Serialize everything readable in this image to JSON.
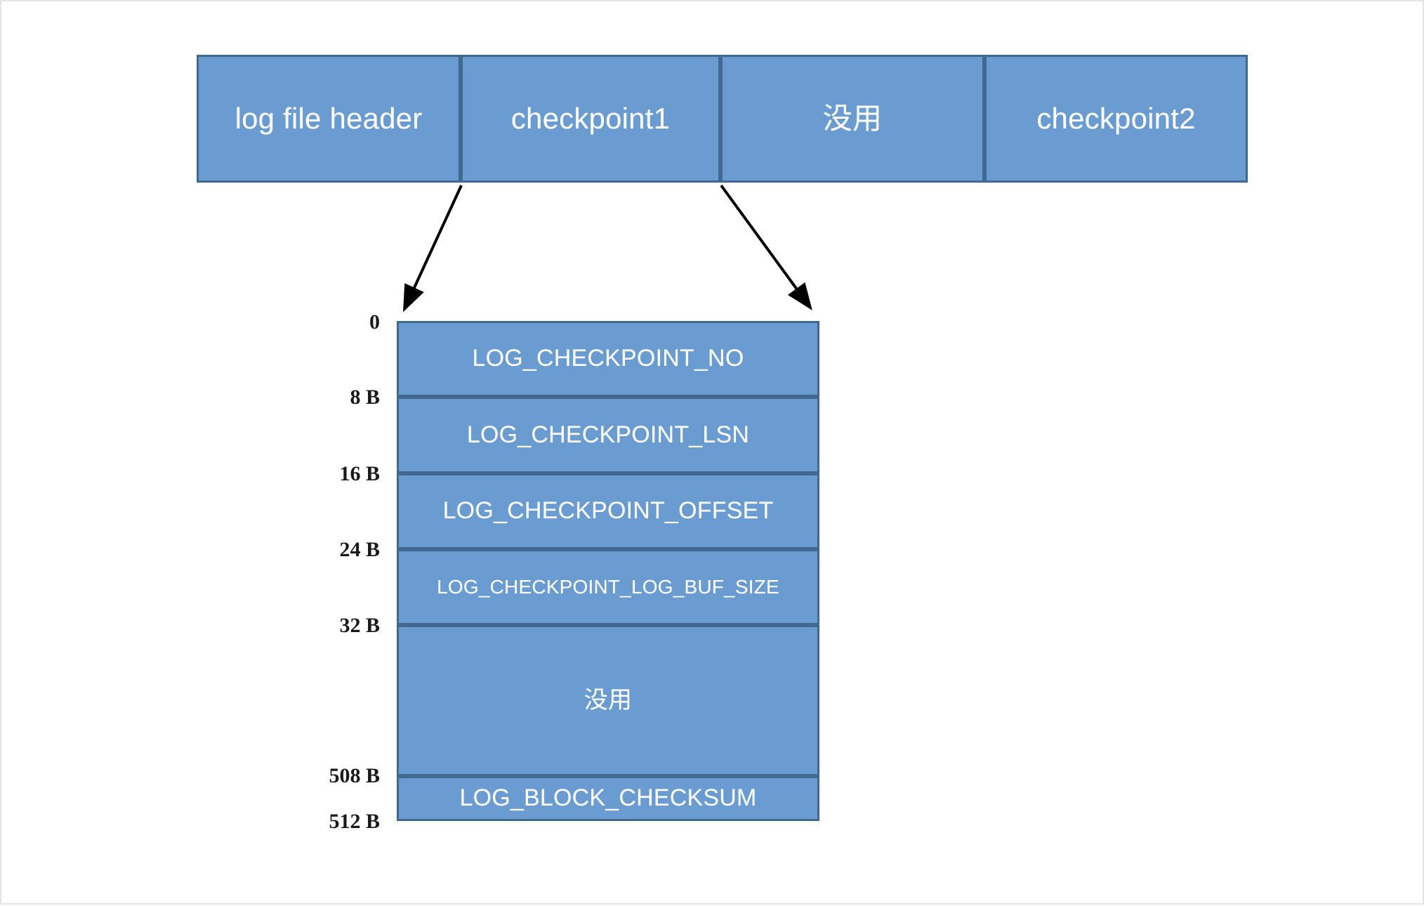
{
  "diagram": {
    "title": "InnoDB redo log file layout and checkpoint block structure",
    "colors": {
      "block_fill": "#6a9bd1",
      "block_border": "#41688f",
      "block_text": "#ffffff",
      "label_text": "#1a1a1a",
      "arrow": "#000000",
      "canvas": "#ffffff"
    }
  },
  "top_strip": {
    "cells": [
      {
        "label": "log file header"
      },
      {
        "label": "checkpoint1"
      },
      {
        "label": "没用"
      },
      {
        "label": "checkpoint2"
      }
    ]
  },
  "arrows": [
    {
      "name": "arrow-checkpoint1-left",
      "from": "boundary between log file header and checkpoint1",
      "to": "top-left of checkpoint block detail"
    },
    {
      "name": "arrow-checkpoint1-right",
      "from": "boundary between checkpoint1 and 没用",
      "to": "top-right of checkpoint block detail"
    }
  ],
  "detail_table": {
    "offsets": [
      {
        "value": "0"
      },
      {
        "value": "8 B"
      },
      {
        "value": "16 B"
      },
      {
        "value": "24 B"
      },
      {
        "value": "32 B"
      },
      {
        "value": "508 B"
      },
      {
        "value": "512 B"
      }
    ],
    "rows": [
      {
        "label": "LOG_CHECKPOINT_NO",
        "start": "0",
        "end": "8 B"
      },
      {
        "label": "LOG_CHECKPOINT_LSN",
        "start": "8 B",
        "end": "16 B"
      },
      {
        "label": "LOG_CHECKPOINT_OFFSET",
        "start": "16 B",
        "end": "24 B"
      },
      {
        "label": "LOG_CHECKPOINT_LOG_BUF_SIZE",
        "start": "24 B",
        "end": "32 B"
      },
      {
        "label": "没用",
        "start": "32 B",
        "end": "508 B"
      },
      {
        "label": "LOG_BLOCK_CHECKSUM",
        "start": "508 B",
        "end": "512 B"
      }
    ]
  }
}
